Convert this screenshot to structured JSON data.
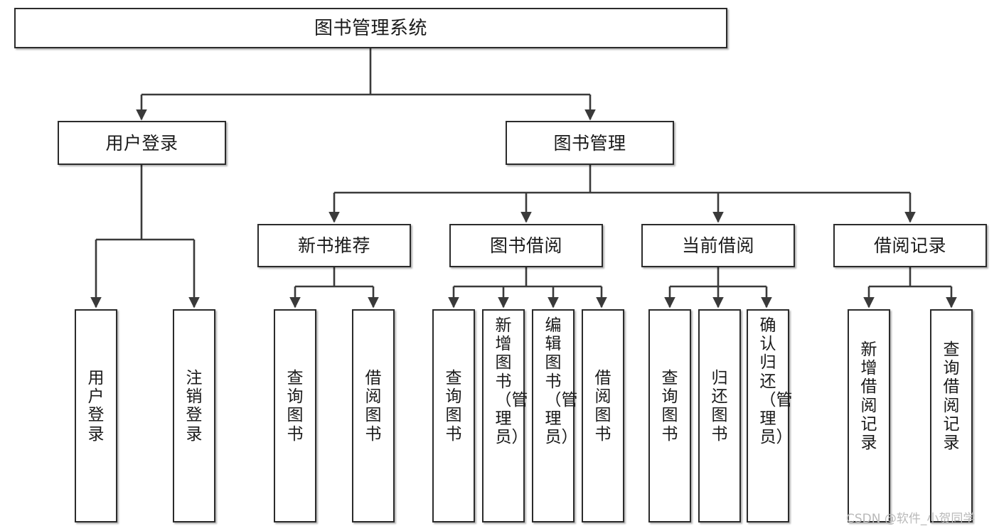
{
  "diagram": {
    "title": "图书管理系统",
    "type": "tree-hierarchy-diagram",
    "root": {
      "label": "图书管理系统"
    },
    "level2": [
      {
        "label": "用户登录"
      },
      {
        "label": "图书管理"
      }
    ],
    "level3": [
      {
        "label": "新书推荐"
      },
      {
        "label": "图书借阅"
      },
      {
        "label": "当前借阅"
      },
      {
        "label": "借阅记录"
      }
    ],
    "leaves": {
      "user_login": [
        {
          "label": "用户登录"
        },
        {
          "label": "注销登录"
        }
      ],
      "new_book_recommend": [
        {
          "label": "查询图书"
        },
        {
          "label": "借阅图书"
        }
      ],
      "book_borrow": [
        {
          "label": "查询图书"
        },
        {
          "label": "新增图书（管理员）"
        },
        {
          "label": "编辑图书（管理员）"
        },
        {
          "label": "借阅图书"
        }
      ],
      "current_borrow": [
        {
          "label": "查询图书"
        },
        {
          "label": "归还图书"
        },
        {
          "label": "确认归还（管理员）"
        }
      ],
      "borrow_record": [
        {
          "label": "新增借阅记录"
        },
        {
          "label": "查询借阅记录"
        }
      ]
    }
  },
  "watermark": {
    "text": "CSDN @软件_小贺同学"
  },
  "colors": {
    "border": "#2b2b2b",
    "text": "#1a1a1a",
    "background": "#ffffff",
    "connector": "#3a3a3a",
    "watermark": "#b9b9b9"
  }
}
